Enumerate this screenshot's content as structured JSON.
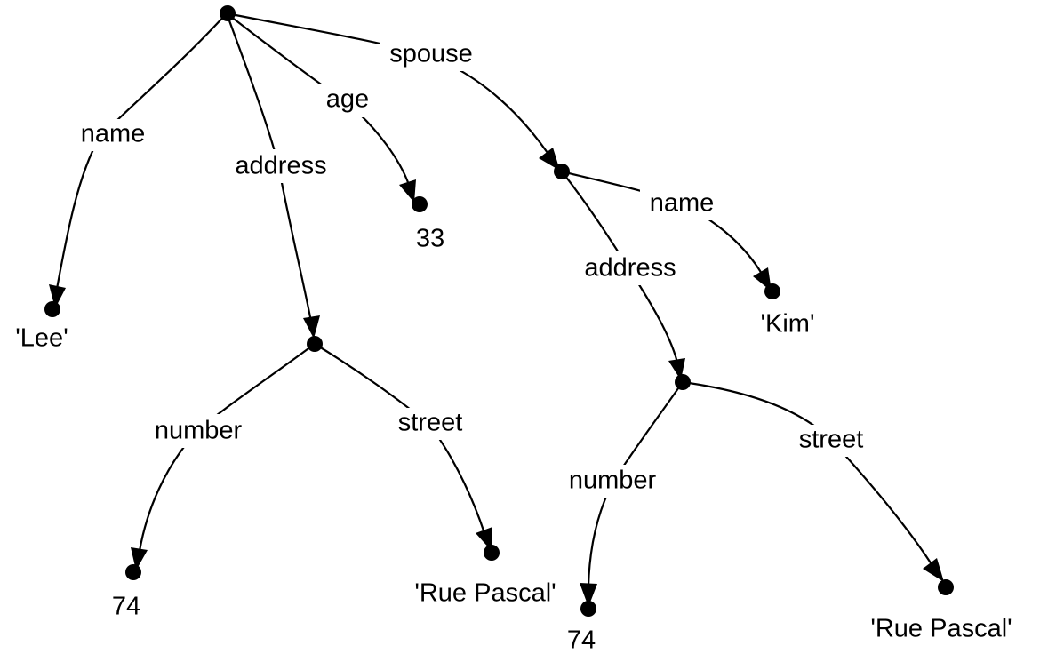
{
  "colors": {
    "stroke": "#000000",
    "background": "#ffffff"
  },
  "edges": {
    "root_name": "name",
    "root_address": "address",
    "root_age": "age",
    "root_spouse": "spouse",
    "addr1_number": "number",
    "addr1_street": "street",
    "spouse_name": "name",
    "spouse_address": "address",
    "addr2_number": "number",
    "addr2_street": "street"
  },
  "values": {
    "name1": "'Lee'",
    "age": "33",
    "number1": "74",
    "street1": "'Rue Pascal'",
    "name2": "'Kim'",
    "number2": "74",
    "street2": "'Rue Pascal'"
  }
}
